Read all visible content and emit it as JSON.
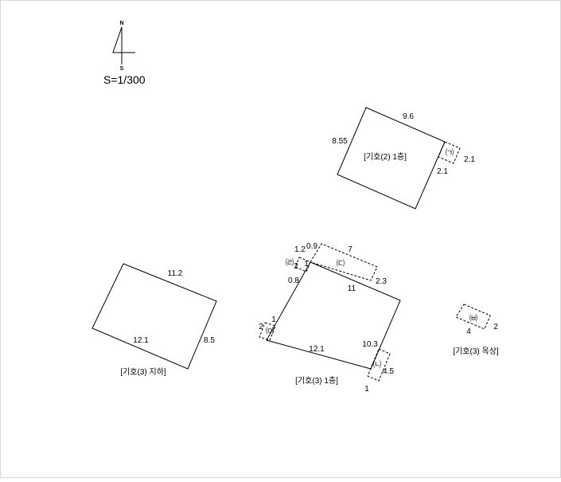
{
  "legend": {
    "north": "N",
    "south": "S",
    "scale": "S=1/300"
  },
  "bldg2_floor1": {
    "caption": "[기호(2) 1층]",
    "dim_top": "9.6",
    "dim_left": "8.55",
    "dim_right": "2.1",
    "annex_mark": "㈀",
    "annex_dim": "2.1"
  },
  "bldg3_basement": {
    "caption": "[기호(3) 지하]",
    "dim_top": "11.2",
    "dim_bottom": "12.1",
    "dim_right": "8.5"
  },
  "bldg3_floor1": {
    "caption": "[기호(3) 1층]",
    "dim_11": "11",
    "dim_12_1": "12.1",
    "dim_10_3": "10.3",
    "dim_0_8": "0.8",
    "dim_1_2": "1.2",
    "dim_0_9": "0.9",
    "annex_c_mark": "㈂",
    "annex_c_dim_top": "7",
    "annex_c_dim_right": "2.3",
    "annex_r_mark": "㈃",
    "annex_r_dim_a": "2",
    "annex_r_dim_b": "1",
    "annex_m_mark": "㈄",
    "annex_m_dim_a": "2",
    "annex_m_dim_b": "1",
    "annex_n_mark": "㈁",
    "annex_n_dim_a": "4.5",
    "annex_n_dim_b": "1"
  },
  "bldg3_rooftop": {
    "caption": "[기호(3) 옥상]",
    "annex_mark": "㈅",
    "dim_a": "4",
    "dim_b": "2"
  }
}
